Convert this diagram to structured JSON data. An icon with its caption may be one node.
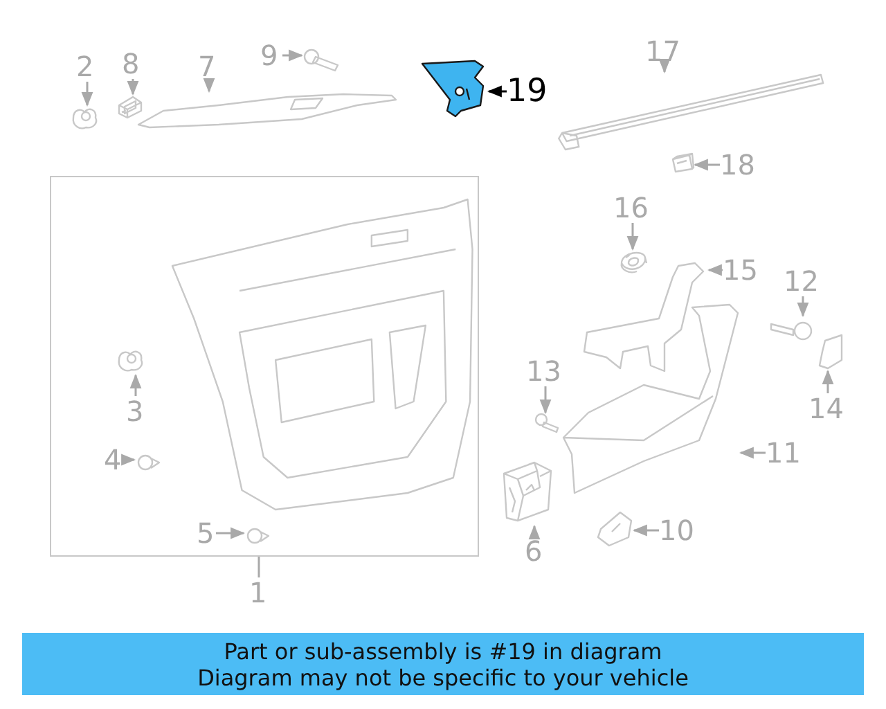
{
  "diagram": {
    "nodes": [
      {
        "text": [
          "2"
        ]
      },
      {
        "text": [],
        "shape": "picture"
      },
      {
        "text": [
          "8"
        ]
      },
      {
        "text": [],
        "shape": "picture"
      },
      {
        "text": [
          "7"
        ]
      },
      {
        "text": [],
        "shape": "picture"
      },
      {
        "text": [
          "9"
        ]
      },
      {
        "text": [],
        "shape": "picture"
      },
      {
        "text": [],
        "shape": "picture"
      },
      {
        "text": [
          "19"
        ]
      },
      {
        "text": [
          "17"
        ]
      },
      {
        "text": [],
        "shape": "picture"
      },
      {
        "text": [
          "18"
        ]
      },
      {
        "text": [],
        "shape": "picture"
      },
      {
        "text": [],
        "shape": "box"
      },
      {
        "text": [],
        "shape": "picture",
        "in": 14
      },
      {
        "text": [
          "16"
        ]
      },
      {
        "text": [],
        "shape": "picture"
      },
      {
        "text": [
          "15"
        ]
      },
      {
        "text": [],
        "shape": "picture"
      },
      {
        "text": [
          "12"
        ]
      },
      {
        "text": [],
        "shape": "picture"
      },
      {
        "text": [],
        "shape": "picture"
      },
      {
        "text": [
          "3"
        ],
        "in": 14
      },
      {
        "text": [],
        "shape": "picture",
        "in": 14
      },
      {
        "text": [
          "13"
        ]
      },
      {
        "text": [],
        "shape": "picture"
      },
      {
        "text": [
          "4"
        ],
        "in": 14
      },
      {
        "text": [],
        "shape": "picture",
        "in": 14
      },
      {
        "text": [
          "14"
        ]
      },
      {
        "text": [],
        "shape": "picture"
      },
      {
        "text": [
          "11"
        ]
      },
      {
        "text": [],
        "shape": "picture"
      },
      {
        "text": [
          "5"
        ],
        "in": 14
      },
      {
        "text": [],
        "shape": "picture",
        "in": 14
      },
      {
        "text": [
          "10"
        ]
      },
      {
        "text": [],
        "shape": "picture"
      },
      {
        "text": [
          "6"
        ]
      },
      {
        "text": [
          "1"
        ]
      },
      {
        "text": [
          "Part or sub-assembly is #19 in diagram",
          "Diagram may not be specific to your vehicle"
        ]
      }
    ],
    "edges": [
      {
        "from": 0,
        "to": 1,
        "arrow": "to"
      },
      {
        "from": 2,
        "to": 3,
        "arrow": "to"
      },
      {
        "from": 4,
        "to": 5,
        "arrow": "to"
      },
      {
        "from": 6,
        "to": 7,
        "arrow": "to"
      },
      {
        "from": 9,
        "to": 8,
        "arrow": "to",
        "color": "#000000"
      },
      {
        "from": 10,
        "to": 11,
        "arrow": "to"
      },
      {
        "from": 12,
        "to": 13,
        "arrow": "to"
      },
      {
        "from": 16,
        "to": 17,
        "arrow": "to"
      },
      {
        "from": 18,
        "to": 19,
        "arrow": "to"
      },
      {
        "from": 20,
        "to": 21,
        "arrow": "to"
      },
      {
        "from": 29,
        "to": 22,
        "arrow": "to"
      },
      {
        "from": 23,
        "to": 24,
        "arrow": "to"
      },
      {
        "from": 25,
        "to": 26,
        "arrow": "to"
      },
      {
        "from": 27,
        "to": 28,
        "arrow": "to"
      },
      {
        "from": 31,
        "to": 30,
        "arrow": "to"
      },
      {
        "from": 33,
        "to": 34,
        "arrow": "to"
      },
      {
        "from": 35,
        "to": 36,
        "arrow": "to"
      },
      {
        "from": 37,
        "to": 32,
        "arrow": "to"
      },
      {
        "from": 38,
        "to": 14,
        "arrow": "none"
      }
    ]
  }
}
